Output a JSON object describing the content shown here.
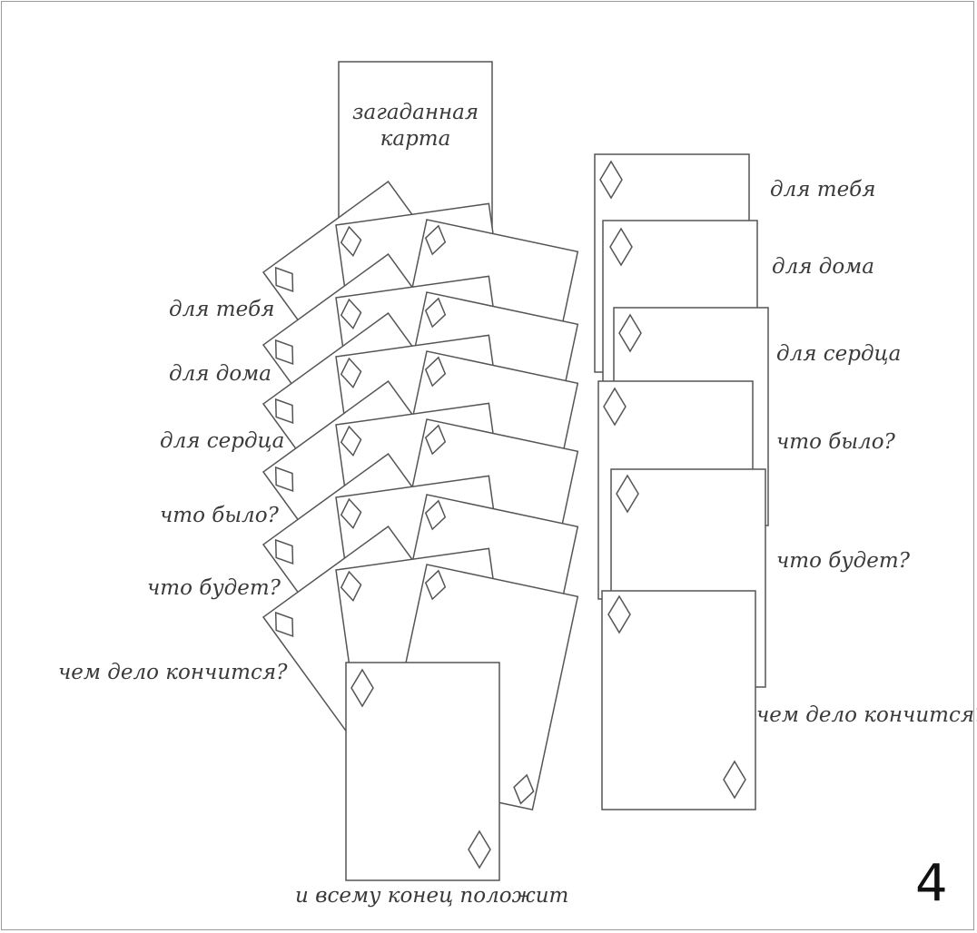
{
  "top_card": {
    "line1": "загаданная",
    "line2": "карта"
  },
  "left_labels": [
    "для тебя",
    "для дома",
    "для сердца",
    "что было?",
    "что будет?",
    "чем дело кончится?"
  ],
  "right_labels": [
    "для тебя",
    "для дома",
    "для сердца",
    "что было?",
    "что будет?",
    "чем дело кончится?"
  ],
  "bottom_label": "и всему конец положит",
  "page_number": "4",
  "colors": {
    "line": "#555555",
    "text": "#3a3a3a",
    "frame": "#9a9a9a"
  },
  "icons": {
    "suit": "diamond-icon"
  }
}
